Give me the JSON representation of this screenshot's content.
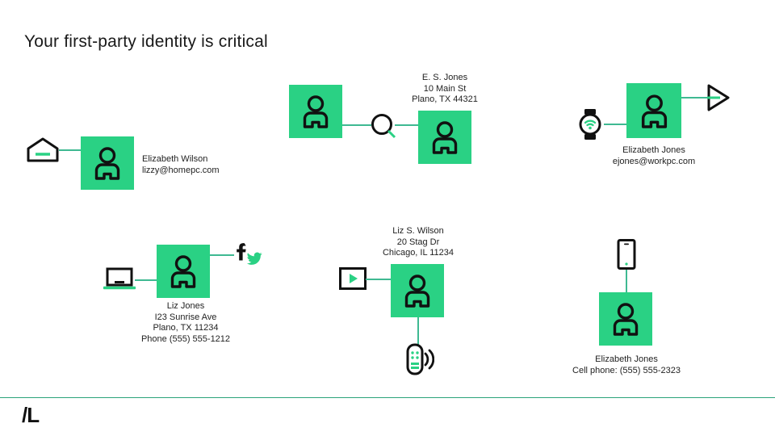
{
  "slide": {
    "title": "Your first-party identity is critical",
    "background_color": "#ffffff",
    "accent_color": "#2ad184",
    "line_color": "#3fb992",
    "text_color": "#222222"
  },
  "footer": {
    "logo_text": "/L",
    "rule_color": "#2aa37a"
  },
  "clusters": [
    {
      "id": "home-pc",
      "person": {
        "name": "Elizabeth Wilson",
        "detail": "lizzy@homepc.com"
      },
      "caption_lines": [
        "Elizabeth Wilson",
        "lizzy@homepc.com"
      ],
      "devices": [
        "home-icon"
      ]
    },
    {
      "id": "es-jones-search",
      "person": {
        "name": "E. S. Jones",
        "address1": "10 Main St",
        "address2": "Plano, TX 44321"
      },
      "caption_lines": [
        "E. S. Jones",
        "10 Main St",
        "Plano, TX 44321"
      ],
      "devices": [
        "magnifier-icon"
      ]
    },
    {
      "id": "work-pc",
      "person": {
        "name": "Elizabeth Jones",
        "detail": "ejones@workpc.com"
      },
      "caption_lines": [
        "Elizabeth Jones",
        "ejones@workpc.com"
      ],
      "devices": [
        "smartwatch-icon",
        "play-triangle-icon"
      ]
    },
    {
      "id": "liz-jones-social",
      "person": {
        "name": "Liz Jones",
        "address1": "I23 Sunrise Ave",
        "address2": "Plano, TX 11234",
        "phone": "Phone (555) 555-1212"
      },
      "caption_lines": [
        "Liz Jones",
        "I23 Sunrise Ave",
        "Plano, TX 11234",
        "Phone (555) 555-1212"
      ],
      "devices": [
        "laptop-icon",
        "facebook-icon",
        "twitter-icon"
      ]
    },
    {
      "id": "liz-s-wilson-tv",
      "person": {
        "name": "Liz S. Wilson",
        "address1": "20 Stag Dr",
        "address2": "Chicago, IL 11234"
      },
      "caption_lines": [
        "Liz S. Wilson",
        "20 Stag Dr",
        "Chicago, IL 11234"
      ],
      "devices": [
        "video-box-icon",
        "remote-control-icon"
      ]
    },
    {
      "id": "elizabeth-cell",
      "person": {
        "name": "Elizabeth Jones",
        "detail": "Cell phone: (555) 555-2323"
      },
      "caption_lines": [
        "Elizabeth Jones",
        "Cell phone: (555) 555-2323"
      ],
      "devices": [
        "smartphone-icon"
      ]
    }
  ]
}
